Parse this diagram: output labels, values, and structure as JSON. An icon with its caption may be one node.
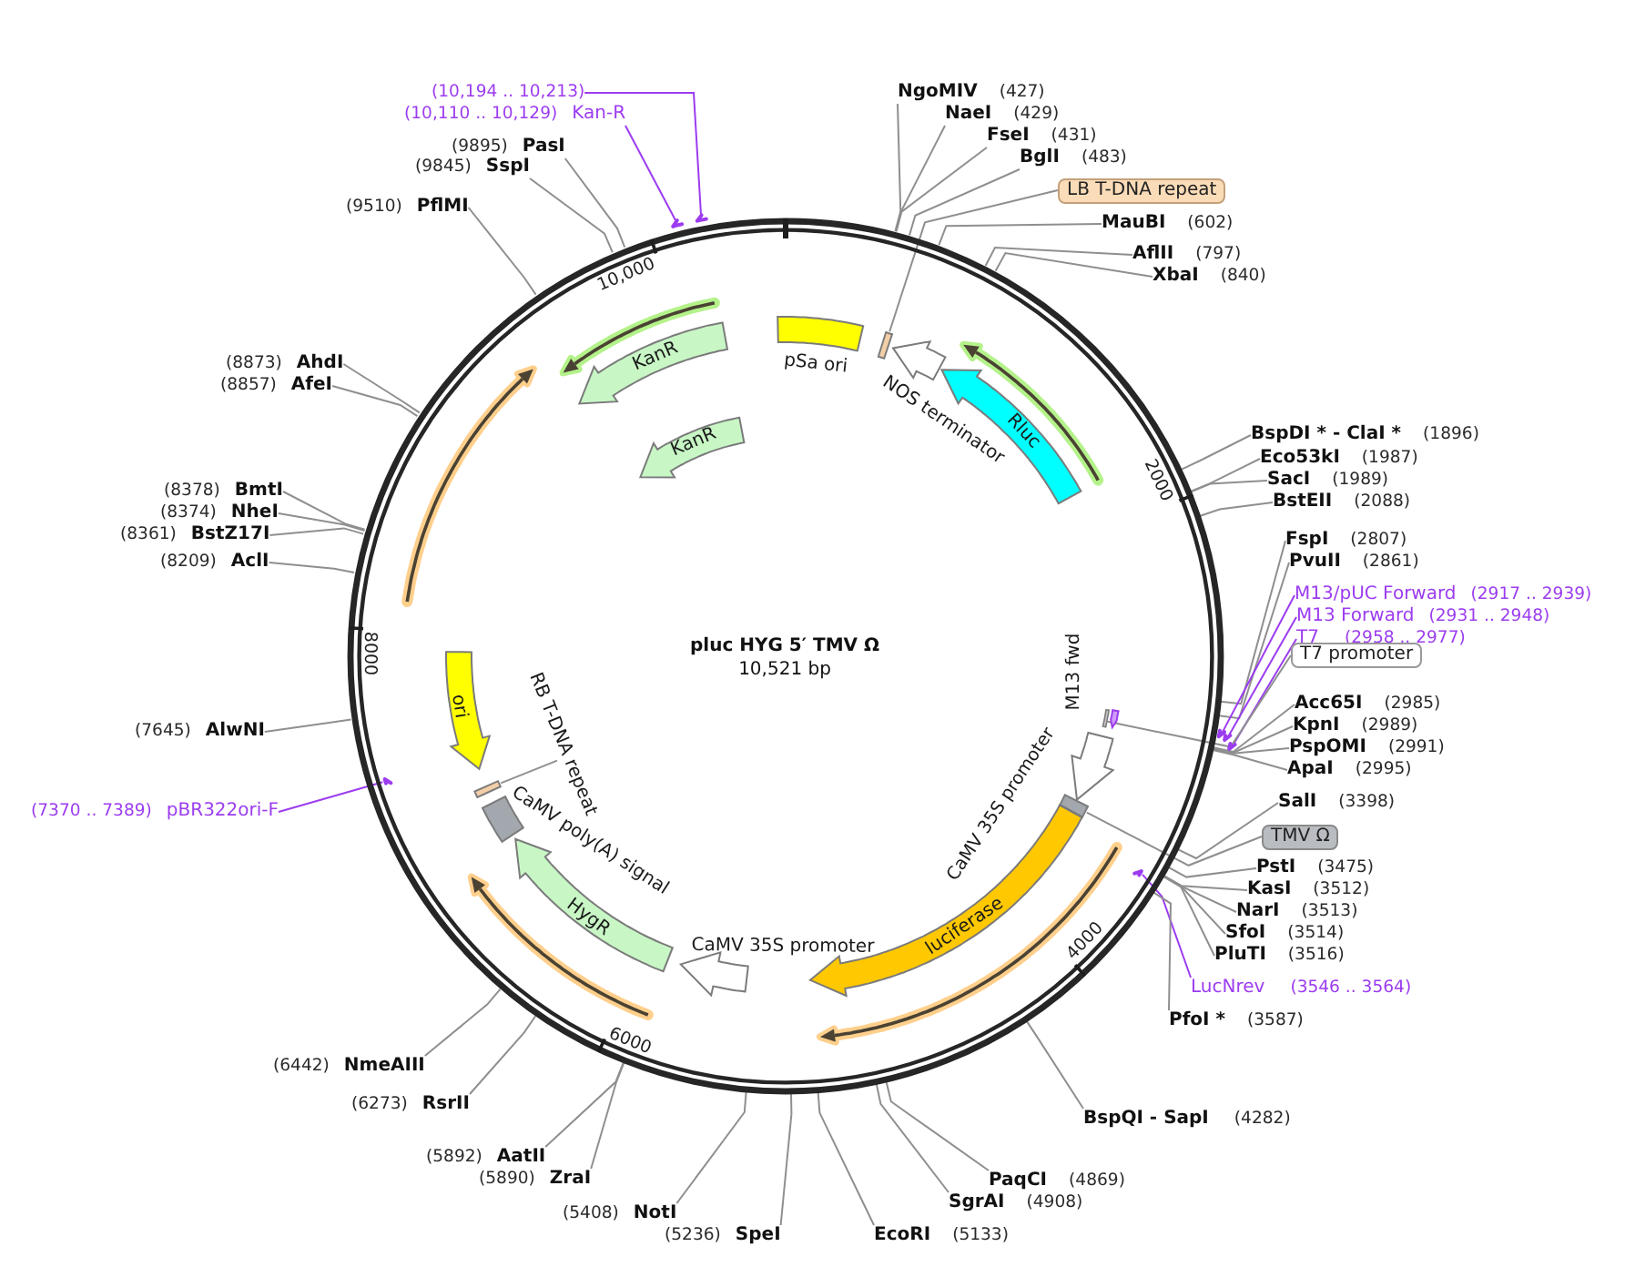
{
  "diagram": {
    "nodes": [
      {
        "text": [
          "pluc HYG 5′ TMV Ω",
          "10,521 bp"
        ]
      },
      {
        "text": [
          "KanR"
        ],
        "in": 0
      },
      {
        "text": [
          "pSa ori"
        ],
        "in": 0
      },
      {
        "text": [],
        "shape": "box",
        "in": 0
      },
      {
        "text": [
          "NOS terminator"
        ],
        "in": 0
      },
      {
        "text": [
          "Rluc"
        ],
        "in": 0
      },
      {
        "text": [
          "KanR"
        ],
        "in": 0
      },
      {
        "text": [
          "M13 fwd"
        ],
        "in": 0
      },
      {
        "text": [],
        "shape": "bar",
        "in": 0
      },
      {
        "text": [
          "CaMV 35S promoter"
        ],
        "in": 0
      },
      {
        "text": [],
        "shape": "box",
        "in": 0
      },
      {
        "text": [
          "luciferase"
        ],
        "in": 0
      },
      {
        "text": [
          "CaMV 35S promoter"
        ],
        "in": 0
      },
      {
        "text": [
          "HygR"
        ],
        "in": 0
      },
      {
        "text": [
          "CaMV poly(A) signal"
        ],
        "in": 0
      },
      {
        "text": [],
        "shape": "box",
        "in": 0
      },
      {
        "text": [
          "RB T-DNA repeat"
        ],
        "in": 0
      },
      {
        "text": [
          "ori"
        ],
        "in": 0
      },
      {
        "text": [],
        "shape": "arrow",
        "in": 0
      },
      {
        "text": [],
        "shape": "arrow",
        "in": 0
      },
      {
        "text": [],
        "shape": "arrow"
      },
      {
        "text": [],
        "shape": "arrow"
      },
      {
        "text": [],
        "shape": "arrow"
      },
      {
        "text": [],
        "shape": "arrow"
      },
      {
        "text": [],
        "shape": "arrow"
      },
      {
        "text": [
          "NgoMIV",
          "(427)"
        ]
      },
      {
        "text": [
          "NaeI",
          "(429)"
        ]
      },
      {
        "text": [
          "FseI",
          "(431)"
        ]
      },
      {
        "text": [
          "BglI",
          "(483)"
        ]
      },
      {
        "text": [
          "LB T-DNA repeat"
        ]
      },
      {
        "text": [
          "MauBI",
          "(602)"
        ]
      },
      {
        "text": [
          "AflII",
          "(797)"
        ]
      },
      {
        "text": [
          "XbaI",
          "(840)"
        ]
      },
      {
        "text": [
          "BspDI * - ClaI *",
          "(1896)"
        ]
      },
      {
        "text": [
          "Eco53kI",
          "(1987)"
        ]
      },
      {
        "text": [
          "SacI",
          "(1989)"
        ]
      },
      {
        "text": [
          "BstEII",
          "(2088)"
        ]
      },
      {
        "text": [
          "FspI",
          "(2807)"
        ]
      },
      {
        "text": [
          "PvuII",
          "(2861)"
        ]
      },
      {
        "text": [
          "M13/pUC Forward",
          "(2917 .. 2939)"
        ]
      },
      {
        "text": [
          "M13 Forward",
          "(2931 .. 2948)"
        ]
      },
      {
        "text": [
          "T7",
          "(2958 .. 2977)"
        ]
      },
      {
        "text": [
          "T7 promoter"
        ]
      },
      {
        "text": [
          "Acc65I",
          "(2985)"
        ]
      },
      {
        "text": [
          "KpnI",
          "(2989)"
        ]
      },
      {
        "text": [
          "PspOMI",
          "(2991)"
        ]
      },
      {
        "text": [
          "ApaI",
          "(2995)"
        ]
      },
      {
        "text": [
          "SalI",
          "(3398)"
        ]
      },
      {
        "text": [
          "TMV Ω"
        ]
      },
      {
        "text": [
          "PstI",
          "(3475)"
        ]
      },
      {
        "text": [
          "KasI",
          "(3512)"
        ]
      },
      {
        "text": [
          "NarI",
          "(3513)"
        ]
      },
      {
        "text": [
          "SfoI",
          "(3514)"
        ]
      },
      {
        "text": [
          "PluTI",
          "(3516)"
        ]
      },
      {
        "text": [
          "LucNrev",
          "(3546 .. 3564)"
        ]
      },
      {
        "text": [
          "PfoI *",
          "(3587)"
        ]
      },
      {
        "text": [
          "BspQI - SapI",
          "(4282)"
        ]
      },
      {
        "text": [
          "PaqCI",
          "(4869)"
        ]
      },
      {
        "text": [
          "SgrAI",
          "(4908)"
        ]
      },
      {
        "text": [
          "EcoRI",
          "(5133)"
        ]
      },
      {
        "text": [
          "(5236)",
          "SpeI"
        ]
      },
      {
        "text": [
          "(5408)",
          "NotI"
        ]
      },
      {
        "text": [
          "(5892)",
          "AatII"
        ]
      },
      {
        "text": [
          "(5890)",
          "ZraI"
        ]
      },
      {
        "text": [
          "(6273)",
          "RsrII"
        ]
      },
      {
        "text": [
          "(6442)",
          "NmeAIII"
        ]
      },
      {
        "text": [
          "(7370 .. 7389)",
          "pBR322ori-F"
        ]
      },
      {
        "text": [
          "(7645)",
          "AlwNI"
        ]
      },
      {
        "text": [
          "(8209)",
          "AclI"
        ]
      },
      {
        "text": [
          "(8361)",
          "BstZ17I"
        ]
      },
      {
        "text": [
          "(8374)",
          "NheI"
        ]
      },
      {
        "text": [
          "(8378)",
          "BmtI"
        ]
      },
      {
        "text": [
          "(8857)",
          "AfeI"
        ]
      },
      {
        "text": [
          "(8873)",
          "AhdI"
        ]
      },
      {
        "text": [
          "(9510)",
          "PflMI"
        ]
      },
      {
        "text": [
          "(9845)",
          "SspI"
        ]
      },
      {
        "text": [
          "(9895)",
          "PasI"
        ]
      },
      {
        "text": [
          "(10,110 .. 10,129)",
          "Kan-R"
        ]
      },
      {
        "text": [
          "(10,194 .. 10,213)"
        ]
      }
    ],
    "edges": [
      {
        "from": 25,
        "to": 0,
        "arrow": "none"
      },
      {
        "from": 26,
        "to": 0,
        "arrow": "none"
      },
      {
        "from": 27,
        "to": 0,
        "arrow": "none"
      },
      {
        "from": 28,
        "to": 0,
        "arrow": "none"
      },
      {
        "from": 29,
        "to": 3,
        "arrow": "none"
      },
      {
        "from": 30,
        "to": 0,
        "arrow": "none"
      },
      {
        "from": 31,
        "to": 0,
        "arrow": "none"
      },
      {
        "from": 32,
        "to": 0,
        "arrow": "none"
      },
      {
        "from": 33,
        "to": 0,
        "arrow": "none"
      },
      {
        "from": 34,
        "to": 0,
        "arrow": "none"
      },
      {
        "from": 35,
        "to": 0,
        "arrow": "none"
      },
      {
        "from": 36,
        "to": 0,
        "arrow": "none"
      },
      {
        "from": 37,
        "to": 0,
        "arrow": "none"
      },
      {
        "from": 38,
        "to": 0,
        "arrow": "none"
      },
      {
        "from": 39,
        "to": 22,
        "arrow": "none",
        "color": "#9c3cf0"
      },
      {
        "from": 40,
        "to": 23,
        "arrow": "none",
        "color": "#9c3cf0"
      },
      {
        "from": 41,
        "to": 24,
        "arrow": "none",
        "color": "#9c3cf0"
      },
      {
        "from": 42,
        "to": 8,
        "arrow": "none"
      },
      {
        "from": 43,
        "to": 0,
        "arrow": "none"
      },
      {
        "from": 44,
        "to": 0,
        "arrow": "none"
      },
      {
        "from": 45,
        "to": 0,
        "arrow": "none"
      },
      {
        "from": 46,
        "to": 0,
        "arrow": "none"
      },
      {
        "from": 47,
        "to": 0,
        "arrow": "none"
      },
      {
        "from": 48,
        "to": 10,
        "arrow": "none"
      },
      {
        "from": 49,
        "to": 0,
        "arrow": "none"
      },
      {
        "from": 50,
        "to": 0,
        "arrow": "none"
      },
      {
        "from": 51,
        "to": 0,
        "arrow": "none"
      },
      {
        "from": 52,
        "to": 0,
        "arrow": "none"
      },
      {
        "from": 53,
        "to": 0,
        "arrow": "none"
      },
      {
        "from": 54,
        "to": 18,
        "arrow": "none",
        "color": "#9c3cf0"
      },
      {
        "from": 55,
        "to": 0,
        "arrow": "none"
      },
      {
        "from": 56,
        "to": 0,
        "arrow": "none"
      },
      {
        "from": 57,
        "to": 0,
        "arrow": "none"
      },
      {
        "from": 58,
        "to": 0,
        "arrow": "none"
      },
      {
        "from": 59,
        "to": 0,
        "arrow": "none"
      },
      {
        "from": 60,
        "to": 0,
        "arrow": "none"
      },
      {
        "from": 61,
        "to": 0,
        "arrow": "none"
      },
      {
        "from": 62,
        "to": 0,
        "arrow": "none"
      },
      {
        "from": 63,
        "to": 0,
        "arrow": "none"
      },
      {
        "from": 64,
        "to": 0,
        "arrow": "none"
      },
      {
        "from": 65,
        "to": 0,
        "arrow": "none"
      },
      {
        "from": 66,
        "to": 19,
        "arrow": "none",
        "color": "#9c3cf0"
      },
      {
        "from": 67,
        "to": 0,
        "arrow": "none"
      },
      {
        "from": 68,
        "to": 0,
        "arrow": "none"
      },
      {
        "from": 69,
        "to": 0,
        "arrow": "none"
      },
      {
        "from": 70,
        "to": 0,
        "arrow": "none"
      },
      {
        "from": 71,
        "to": 0,
        "arrow": "none"
      },
      {
        "from": 72,
        "to": 0,
        "arrow": "none"
      },
      {
        "from": 73,
        "to": 0,
        "arrow": "none"
      },
      {
        "from": 74,
        "to": 0,
        "arrow": "none"
      },
      {
        "from": 75,
        "to": 0,
        "arrow": "none"
      },
      {
        "from": 76,
        "to": 0,
        "arrow": "none"
      },
      {
        "from": 77,
        "to": 21,
        "arrow": "none",
        "color": "#9c3cf0"
      },
      {
        "from": 78,
        "to": 20,
        "arrow": "none",
        "color": "#9c3cf0"
      },
      {
        "from": 16,
        "to": 15,
        "arrow": "none"
      }
    ],
    "labels": [
      "2000",
      "4000",
      "6000",
      "8000",
      "10,000"
    ]
  }
}
